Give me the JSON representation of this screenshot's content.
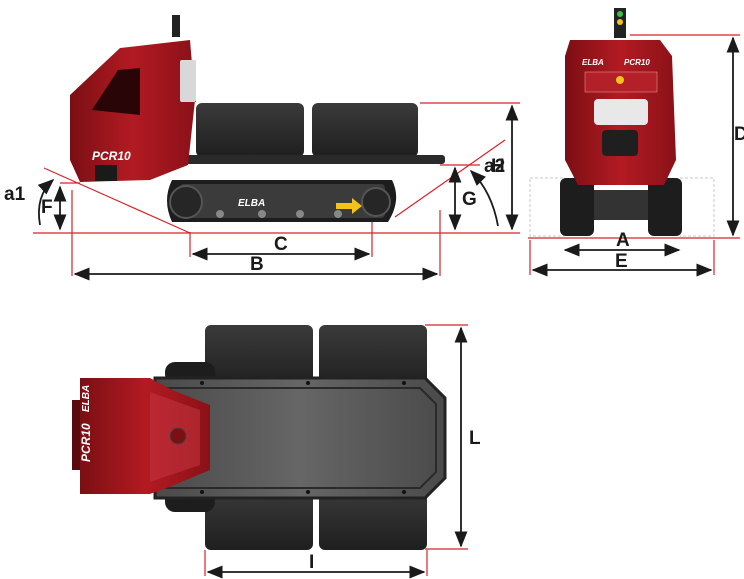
{
  "labels": {
    "a1": "a1",
    "f": "F",
    "a2": "a2",
    "g": "G",
    "h": "H",
    "b": "B",
    "c": "C",
    "d": "D",
    "a": "A",
    "e": "E",
    "l": "L",
    "i": "I"
  },
  "machine": {
    "model": "PCR10",
    "logo": "ELBA"
  },
  "colors": {
    "body_red": "#a3161d",
    "body_dark_red": "#6e0d12",
    "dim_line_red": "#d8232a",
    "arrow_black": "#1a1a1a",
    "bucket_dark": "#2b2b2b",
    "track_dark": "#1d1d1d",
    "chassis_grey": "#5b5b5b",
    "accent_yellow": "#f1c31b"
  }
}
